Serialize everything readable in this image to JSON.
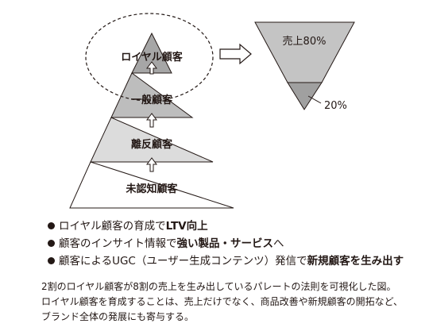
{
  "pyramid": {
    "levels": [
      {
        "label": "ロイヤル顧客",
        "fill": "#a6a6a6"
      },
      {
        "label": "一般顧客",
        "fill": "#bdbdbd"
      },
      {
        "label": "離反顧客",
        "fill": "#dcdcdc"
      },
      {
        "label": "未認知顧客",
        "fill": "#ffffff"
      }
    ]
  },
  "funnel": {
    "top_label": "売上80%",
    "bottom_label": "20%",
    "top_fill": "#c4c4c4",
    "bottom_fill": "#a0a0a0"
  },
  "bullets": [
    {
      "normal": "ロイヤル顧客の育成で",
      "bold": "LTV向上",
      "tail": ""
    },
    {
      "normal": "顧客のインサイト情報で",
      "bold": "強い製品・サービス",
      "tail": "へ"
    },
    {
      "normal": "顧客によるUGC（ユーザー生成コンテンツ）発信で",
      "bold": "新規顧客を生み出す",
      "tail": ""
    }
  ],
  "caption": [
    "2割のロイヤル顧客が8割の売上を生み出しているパレートの法則を可視化した図。",
    "ロイヤル顧客を育成することは、売上だけでなく、商品改善や新規顧客の開拓など、",
    "ブランド全体の発展にも寄与する。"
  ]
}
